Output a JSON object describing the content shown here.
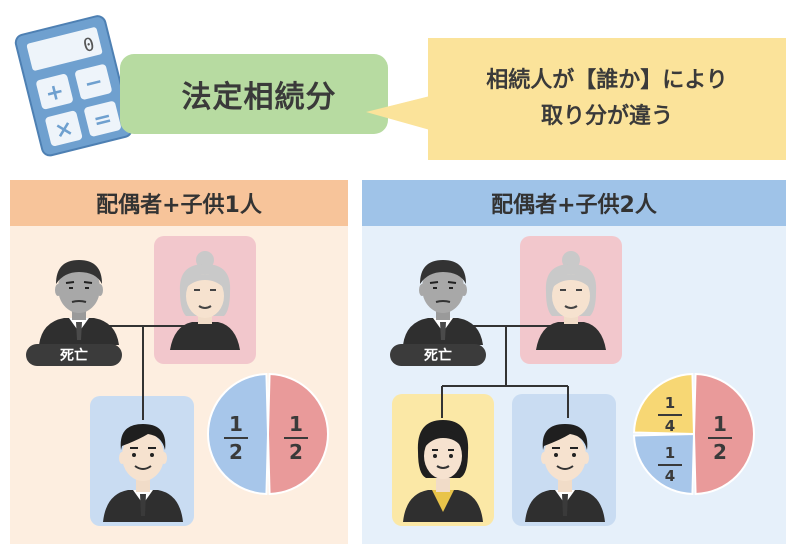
{
  "calculator": {
    "display": "0",
    "keys": [
      "+",
      "−",
      "×",
      "="
    ]
  },
  "title_label": "法定相続分",
  "speech_bubble": {
    "line1": "相続人が【誰か】により",
    "line2": "取り分が違う"
  },
  "panels": [
    {
      "heading": "配偶者+子供1人",
      "deceased_label": "死亡",
      "chart_data": {
        "type": "pie",
        "labels": [],
        "slices": [
          {
            "numerator": "1",
            "denominator": "2",
            "value": 0.5,
            "color": "#a7c6ea"
          },
          {
            "numerator": "1",
            "denominator": "2",
            "value": 0.5,
            "color": "#e99a9a"
          }
        ]
      }
    },
    {
      "heading": "配偶者+子供2人",
      "deceased_label": "死亡",
      "chart_data": {
        "type": "pie",
        "labels": [],
        "slices": [
          {
            "numerator": "1",
            "denominator": "4",
            "value": 0.25,
            "color": "#f7d774"
          },
          {
            "numerator": "1",
            "denominator": "4",
            "value": 0.25,
            "color": "#a7c6ea"
          },
          {
            "numerator": "1",
            "denominator": "2",
            "value": 0.5,
            "color": "#e99a9a"
          }
        ]
      }
    }
  ],
  "colors": {
    "panel1_bg": "#fdeee0",
    "panel1_head": "#f7c49a",
    "panel2_bg": "#e6f0fa",
    "panel2_head": "#9fc3e8",
    "spouse_box": "#f2c7cc",
    "child_box_blue": "#c9dcf2",
    "child_box_yellow": "#fbe8a6",
    "title_green": "#b7dba1",
    "bubble_yellow": "#fbe39a"
  }
}
